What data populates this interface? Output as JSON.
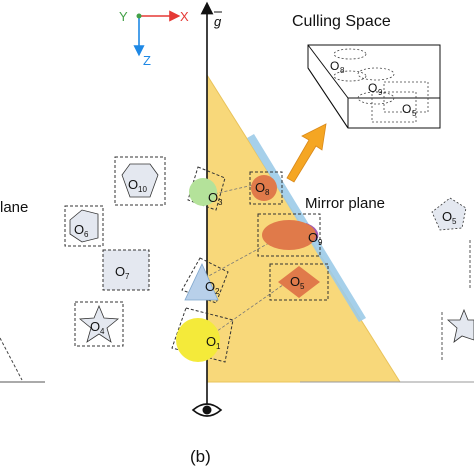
{
  "axes": {
    "y_label": "Y",
    "x_label": "X",
    "z_label": "Z"
  },
  "gravity_label": "g",
  "culling_space_label": "Culling Space",
  "mirror_plane_label": "Mirror plane",
  "left_cut_label": "lane",
  "caption": "(b)",
  "objects": {
    "o1": {
      "letter": "O",
      "sub": "1"
    },
    "o2": {
      "letter": "O",
      "sub": "2"
    },
    "o3": {
      "letter": "O",
      "sub": "3"
    },
    "o4": {
      "letter": "O",
      "sub": "4"
    },
    "o5": {
      "letter": "O",
      "sub": "5"
    },
    "o6": {
      "letter": "O",
      "sub": "6"
    },
    "o7": {
      "letter": "O",
      "sub": "7"
    },
    "o8": {
      "letter": "O",
      "sub": "8"
    },
    "o9": {
      "letter": "O",
      "sub": "9"
    },
    "o10": {
      "letter": "O",
      "sub": "10"
    }
  },
  "colors": {
    "frustum": "#f8d87a",
    "mirror": "#9ccbe8",
    "axis_red": "#e53935",
    "axis_green": "#43a047",
    "axis_blue": "#1e88e5",
    "arrow": "#f5a623",
    "reflected": "#e07a4a",
    "object_fill": "#e4e8f0",
    "o1": "#f4ea3a",
    "o2": "#b8d0ea",
    "o3": "#b4e29a",
    "o9": "#e07a4a",
    "o9_purple": "#a05ab4"
  }
}
